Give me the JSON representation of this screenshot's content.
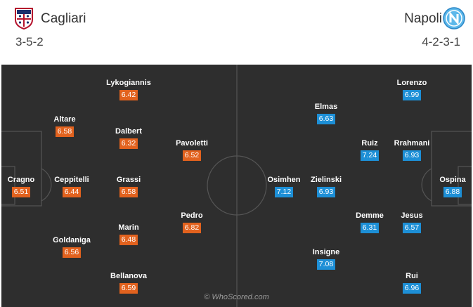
{
  "home": {
    "name": "Cagliari",
    "formation": "3-5-2",
    "color": "#e2621e",
    "players": [
      {
        "name": "Cragno",
        "rating": "6.51"
      },
      {
        "name": "Altare",
        "rating": "6.58"
      },
      {
        "name": "Ceppitelli",
        "rating": "6.44"
      },
      {
        "name": "Goldaniga",
        "rating": "6.56"
      },
      {
        "name": "Lykogiannis",
        "rating": "6.42"
      },
      {
        "name": "Dalbert",
        "rating": "6.32"
      },
      {
        "name": "Grassi",
        "rating": "6.58"
      },
      {
        "name": "Marin",
        "rating": "6.48"
      },
      {
        "name": "Bellanova",
        "rating": "6.59"
      },
      {
        "name": "Pavoletti",
        "rating": "6.52"
      },
      {
        "name": "Pedro",
        "rating": "6.82"
      }
    ]
  },
  "away": {
    "name": "Napoli",
    "formation": "4-2-3-1",
    "color": "#1d8fd6",
    "players": [
      {
        "name": "Ospina",
        "rating": "6.88"
      },
      {
        "name": "Lorenzo",
        "rating": "6.99"
      },
      {
        "name": "Rrahmani",
        "rating": "6.93"
      },
      {
        "name": "Jesus",
        "rating": "6.57"
      },
      {
        "name": "Rui",
        "rating": "6.96"
      },
      {
        "name": "Ruiz",
        "rating": "7.24"
      },
      {
        "name": "Demme",
        "rating": "6.31"
      },
      {
        "name": "Elmas",
        "rating": "6.63"
      },
      {
        "name": "Zielinski",
        "rating": "6.93"
      },
      {
        "name": "Insigne",
        "rating": "7.08"
      },
      {
        "name": "Osimhen",
        "rating": "7.12"
      }
    ]
  },
  "watermark": "© WhoScored.com",
  "icons": {
    "home_crest": "cagliari-crest-icon",
    "away_crest": "napoli-crest-icon"
  }
}
